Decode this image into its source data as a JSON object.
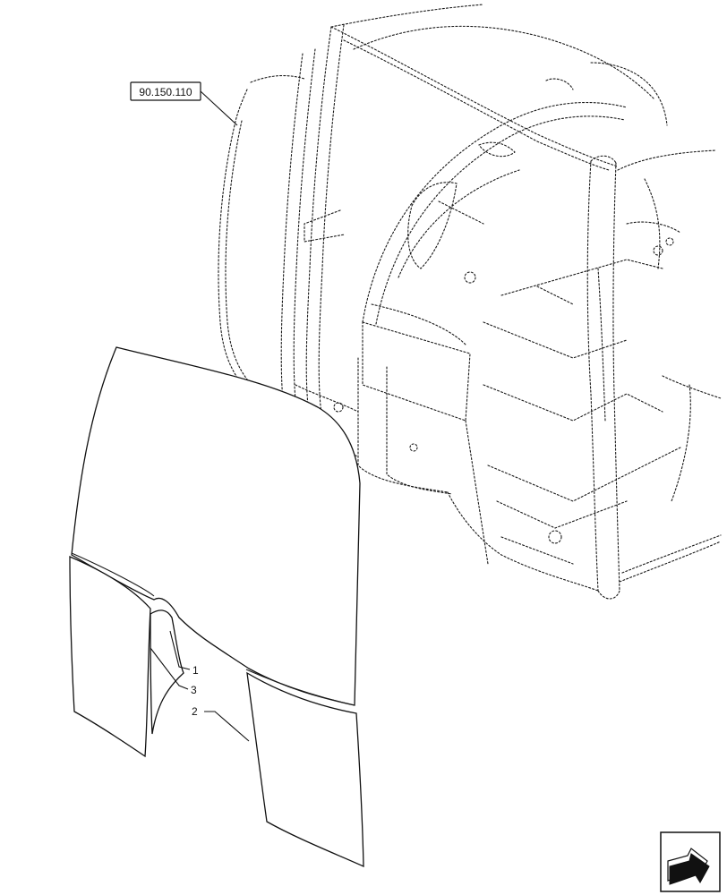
{
  "reference": {
    "label": "90.150.110"
  },
  "callouts": [
    {
      "id": "1",
      "label": "1"
    },
    {
      "id": "3",
      "label": "3"
    },
    {
      "id": "2",
      "label": "2"
    }
  ],
  "nav_icon": {
    "name": "next-page-arrow-icon"
  }
}
